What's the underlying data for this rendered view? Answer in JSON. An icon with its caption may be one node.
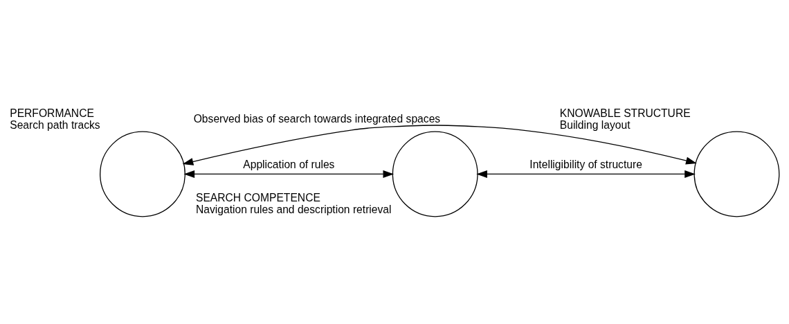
{
  "diagram": {
    "nodes": [
      {
        "text": [],
        "shape": "circle",
        "beside": [
          "PERFORMANCE",
          "Search path tracks"
        ]
      },
      {
        "text": [],
        "shape": "circle",
        "beside": [
          "SEARCH COMPETENCE",
          "Navigation rules and description retrieval"
        ]
      },
      {
        "text": [],
        "shape": "circle",
        "beside": [
          "KNOWABLE STRUCTURE",
          "Building layout"
        ]
      }
    ],
    "edges": [
      {
        "from": 0,
        "to": 2,
        "arrow": "both",
        "label": "Observed bias of search towards integrated spaces"
      },
      {
        "from": 0,
        "to": 1,
        "arrow": "both",
        "label": "Application of rules"
      },
      {
        "from": 1,
        "to": 2,
        "arrow": "both",
        "label": "Intelligibility of structure"
      }
    ]
  }
}
